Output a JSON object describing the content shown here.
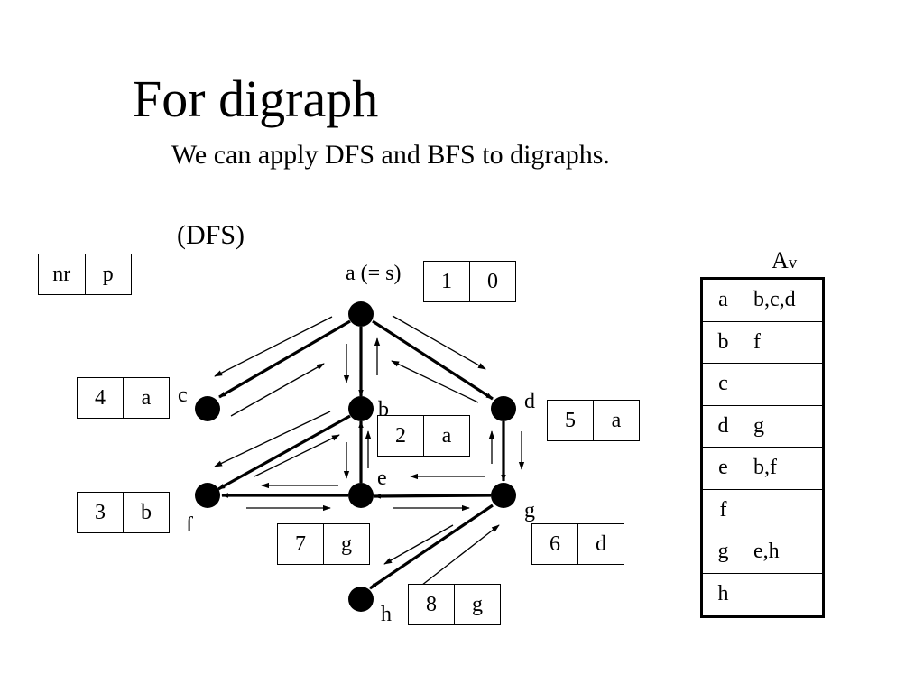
{
  "slide": {
    "title": "For digraph",
    "subtitle": "We can apply DFS and BFS to digraphs.",
    "method_label": "(DFS)"
  },
  "legend": {
    "nr": "nr",
    "p": "p"
  },
  "vertices": [
    {
      "id": "a",
      "label": "a (= s)",
      "nr": "1",
      "p": "0"
    },
    {
      "id": "b",
      "label": "b",
      "nr": "2",
      "p": "a"
    },
    {
      "id": "c",
      "label": "c",
      "nr": "4",
      "p": "a"
    },
    {
      "id": "d",
      "label": "d",
      "nr": "5",
      "p": "a"
    },
    {
      "id": "e",
      "label": "e",
      "nr": "7",
      "p": "g"
    },
    {
      "id": "f",
      "label": "f",
      "nr": "3",
      "p": "b"
    },
    {
      "id": "g",
      "label": "g",
      "nr": "6",
      "p": "d"
    },
    {
      "id": "h",
      "label": "h",
      "nr": "8",
      "p": "g"
    }
  ],
  "edges": [
    [
      "a",
      "b"
    ],
    [
      "a",
      "c"
    ],
    [
      "a",
      "d"
    ],
    [
      "b",
      "f"
    ],
    [
      "d",
      "g"
    ],
    [
      "e",
      "b"
    ],
    [
      "e",
      "f"
    ],
    [
      "g",
      "e"
    ],
    [
      "g",
      "h"
    ]
  ],
  "adjacency": {
    "title_main": "A",
    "title_sub": "v",
    "rows": [
      {
        "v": "a",
        "list": "b,c,d"
      },
      {
        "v": "b",
        "list": "f"
      },
      {
        "v": "c",
        "list": ""
      },
      {
        "v": "d",
        "list": "g"
      },
      {
        "v": "e",
        "list": "b,f"
      },
      {
        "v": "f",
        "list": ""
      },
      {
        "v": "g",
        "list": "e,h"
      },
      {
        "v": "h",
        "list": ""
      }
    ]
  }
}
